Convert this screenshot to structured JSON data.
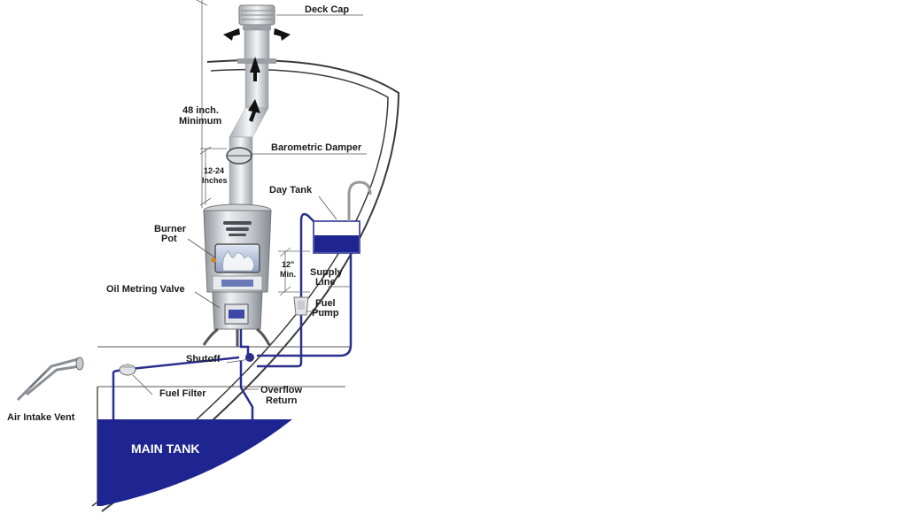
{
  "labels": {
    "deck_cap": "Deck Cap",
    "min_height_line1": "48 inch.",
    "min_height_line2": "Minimum",
    "barometric_damper": "Barometric Damper",
    "damper_height_line1": "12-24",
    "damper_height_line2": "Inches",
    "day_tank": "Day Tank",
    "burner_pot_line1": "Burner",
    "burner_pot_line2": "Pot",
    "oil_metring_valve": "Oil Metring Valve",
    "tank_height_line1": "12\"",
    "tank_height_line2": "Min.",
    "supply_line_line1": "Supply",
    "supply_line_line2": "Line",
    "fuel_pump_line1": "Fuel",
    "fuel_pump_line2": "Pump",
    "shutoff": "Shutoff",
    "fuel_filter": "Fuel Filter",
    "overflow_return_line1": "Overflow",
    "overflow_return_line2": "Return",
    "air_intake_vent": "Air Intake Vent",
    "main_tank": "MAIN TANK"
  },
  "colors": {
    "fuel_line": "#2a2f8f",
    "fuel_fill": "#1e2590",
    "hull": "#3a3a3a",
    "stainless": "#b8bcc2"
  }
}
